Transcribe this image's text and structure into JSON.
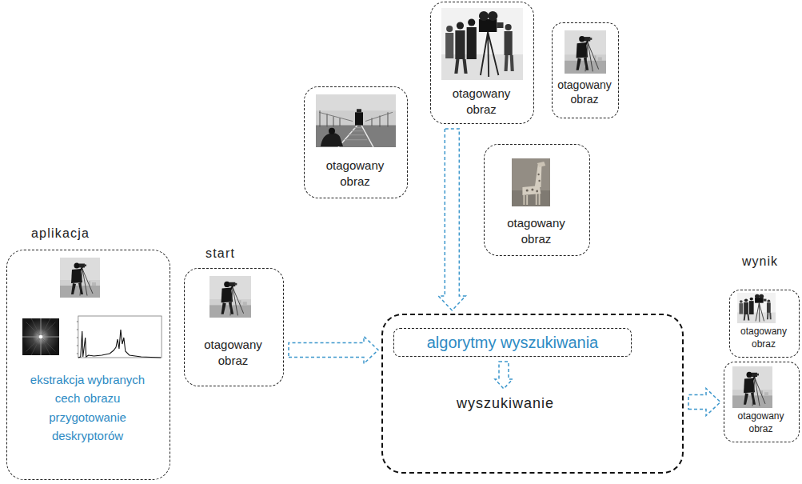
{
  "diagram": {
    "nodes": [
      {
        "text": [
          "aplikacja",
          "ekstrakcja wybranych cech obrazu przygotowanie deskryptorów"
        ]
      },
      {
        "text": [
          "start",
          "otagowany obraz"
        ]
      },
      {
        "text": [
          "otagowany obraz"
        ]
      },
      {
        "text": [
          "otagowany obraz"
        ]
      },
      {
        "text": [
          "otagowany obraz"
        ]
      },
      {
        "text": [
          "otagowany obraz"
        ]
      },
      {
        "text": [
          "wyszukiwanie"
        ]
      },
      {
        "text": [
          "algorytmy wyszukiwania"
        ],
        "in": 6
      },
      {
        "text": [
          "otagowany obraz"
        ]
      },
      {
        "text": [
          "otagowany obraz"
        ]
      }
    ],
    "edges": [
      {
        "from": 1,
        "to": 6,
        "arrow": "to"
      },
      {
        "from": 3,
        "to": 6,
        "arrow": "to"
      },
      {
        "from": 6,
        "to": 9,
        "arrow": "to"
      }
    ],
    "labels": [
      "wynik"
    ]
  }
}
